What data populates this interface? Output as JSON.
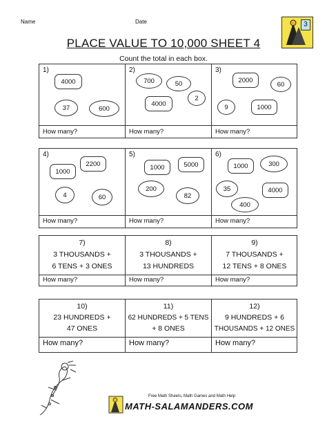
{
  "header": {
    "name_label": "Name",
    "date_label": "Date",
    "title": "PLACE VALUE TO 10,000 SHEET 4",
    "subtitle": "Count the total in each box.",
    "logo_grade": "3"
  },
  "how_many": "How many?",
  "boxes_row1": [
    {
      "num": "1)",
      "items": [
        "4000",
        "37",
        "600"
      ]
    },
    {
      "num": "2)",
      "items": [
        "700",
        "50",
        "2",
        "4000"
      ]
    },
    {
      "num": "3)",
      "items": [
        "2000",
        "60",
        "9",
        "1000"
      ]
    }
  ],
  "boxes_row2": [
    {
      "num": "4)",
      "items": [
        "2200",
        "1000",
        "4",
        "60"
      ]
    },
    {
      "num": "5)",
      "items": [
        "1000",
        "5000",
        "200",
        "82"
      ]
    },
    {
      "num": "6)",
      "items": [
        "1000",
        "300",
        "35",
        "4000",
        "400"
      ]
    }
  ],
  "word_row3": [
    {
      "num": "7)",
      "l1": "3 THOUSANDS +",
      "l2": "6 TENS + 3 ONES"
    },
    {
      "num": "8)",
      "l1": "3 THOUSANDS +",
      "l2": "13 HUNDREDS"
    },
    {
      "num": "9)",
      "l1": "7 THOUSANDS +",
      "l2": "12 TENS + 8 ONES"
    }
  ],
  "word_row4": [
    {
      "num": "10)",
      "l1": "23 HUNDREDS +",
      "l2": "47 ONES"
    },
    {
      "num": "11)",
      "l1": "62 HUNDREDS + 5 TENS",
      "l2": "+ 8 ONES"
    },
    {
      "num": "12)",
      "l1": "9 HUNDREDS + 6",
      "l2": "THOUSANDS + 12 ONES"
    }
  ],
  "footer": {
    "tagline": "Free Math Sheets, Math Games and Math Help",
    "brand": "MATH-SALAMANDERS.COM"
  }
}
